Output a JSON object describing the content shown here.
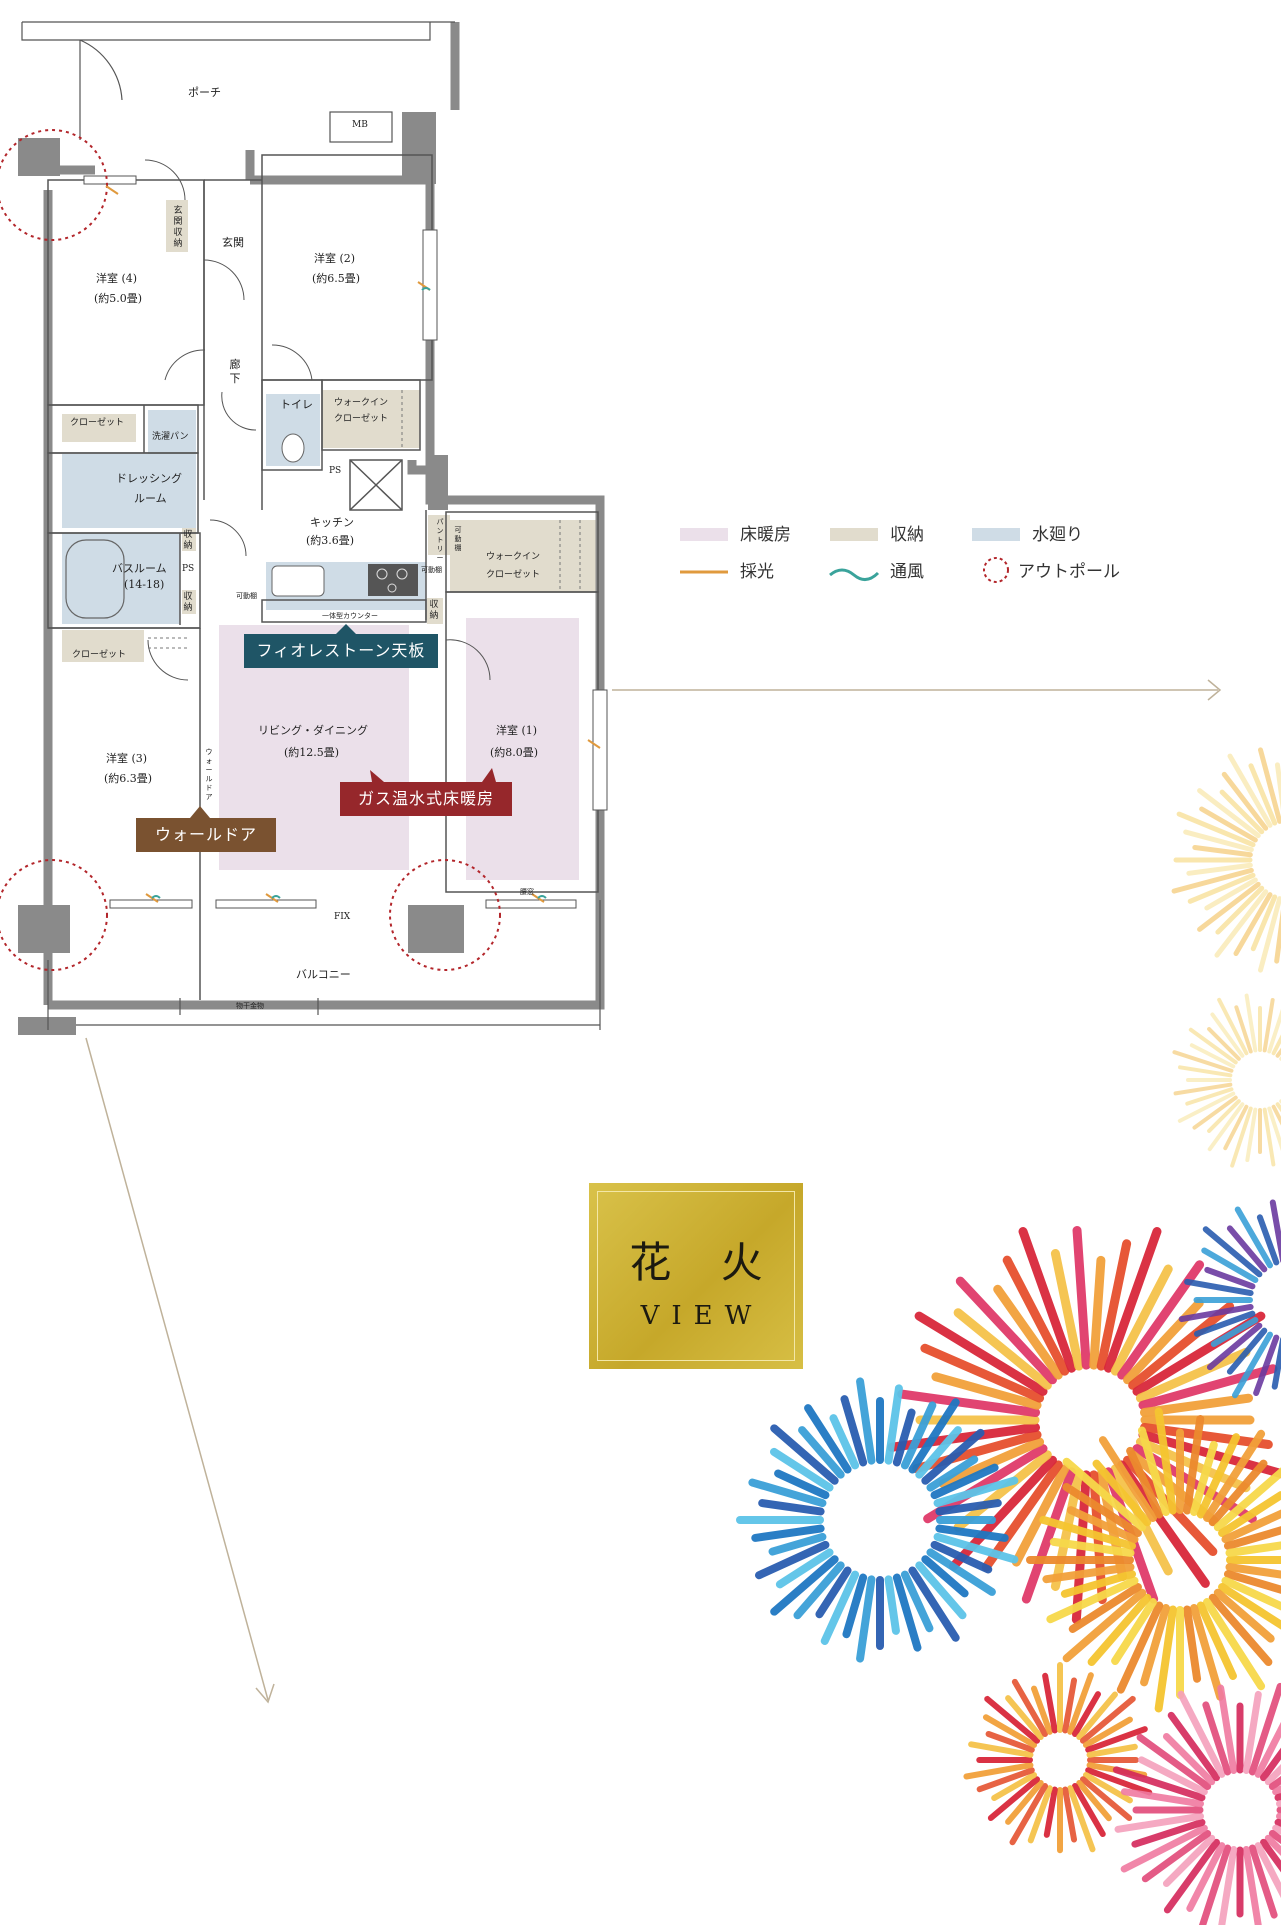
{
  "rooms": {
    "porch": "ポーチ",
    "mb": "MB",
    "entrance": "玄関",
    "entrance_storage": "玄関収納",
    "room4_name": "洋室 (4)",
    "room4_size": "(約5.0畳)",
    "room2_name": "洋室 (2)",
    "room2_size": "(約6.5畳)",
    "hallway": "廊下",
    "closet_a": "クローゼット",
    "laundry_pan": "洗濯パン",
    "toilet": "トイレ",
    "wic_a_1": "ウォークイン",
    "wic_a_2": "クローゼット",
    "ps_a": "PS",
    "ps_b": "PS",
    "dressing_1": "ドレッシング",
    "dressing_2": "ルーム",
    "kitchen_name": "キッチン",
    "kitchen_size": "(約3.6畳)",
    "pantry": "パントリー",
    "movable_shelf_a": "可動棚",
    "movable_shelf_b": "可動棚",
    "movable_shelf_c": "可動棚",
    "wic_b_1": "ウォークイン",
    "wic_b_2": "クローゼット",
    "storage_a": "収納",
    "storage_b": "収納",
    "storage_c": "収納",
    "bath_name": "バスルーム",
    "bath_size": "(14-18)",
    "counter": "一体型カウンター",
    "closet_b": "クローゼット",
    "living_name": "リビング・ダイニング",
    "living_size": "(約12.5畳)",
    "room1_name": "洋室 (1)",
    "room1_size": "(約8.0畳)",
    "room3_name": "洋室 (3)",
    "room3_size": "(約6.3畳)",
    "wall_door_v": "ウォールドア",
    "fix": "FIX",
    "balcony": "バルコニー",
    "drying_hardware": "物干金物",
    "waist_window": "腰窓"
  },
  "callouts": {
    "stone_top": "フィオレストーン天板",
    "floor_heating": "ガス温水式床暖房",
    "wall_door": "ウォールドア"
  },
  "legend": {
    "floor_heating": "床暖房",
    "storage": "収納",
    "water": "水廻り",
    "daylight": "採光",
    "ventilation": "通風",
    "outpole": "アウトポール"
  },
  "badge": {
    "line1": "花 火",
    "line2": "VIEW"
  },
  "colors": {
    "floor_heating": "#ebe0ea",
    "storage": "#e1dccd",
    "water": "#cfdce6",
    "wall": "#8a8a8a",
    "stone_callout": "#1f5566",
    "heating_callout": "#96272b",
    "wall_door_callout": "#7a5230",
    "outpole": "#b3262b",
    "arrow": "#bfb29a",
    "badge_gold": "#c9ab2e"
  }
}
